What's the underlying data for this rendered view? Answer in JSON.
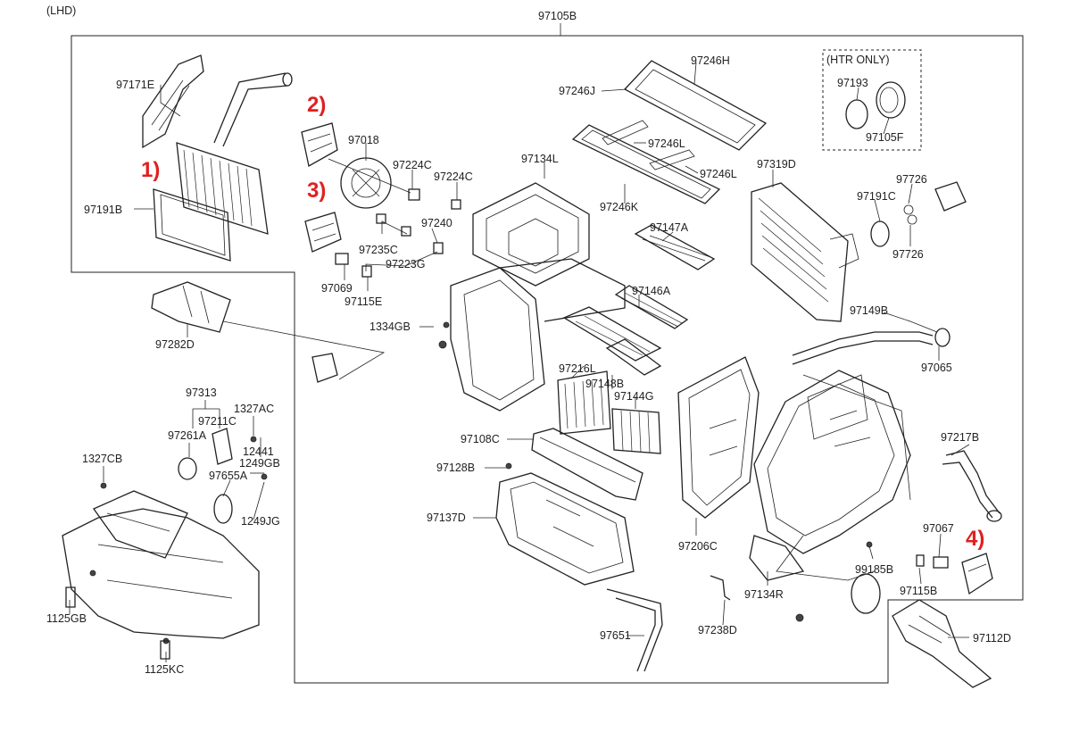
{
  "corner_note": "(LHD)",
  "assembly_label": "97105B",
  "htr_only_note": "(HTR ONLY)",
  "markers": [
    "1)",
    "2)",
    "3)",
    "4)"
  ],
  "accent_color": "#e02020",
  "parts": [
    "97171E",
    "97191B",
    "97018",
    "97224C",
    "97224C",
    "97240",
    "97235C",
    "97223G",
    "97069",
    "97115E",
    "97246H",
    "97246J",
    "97246L",
    "97246L",
    "97246K",
    "97134L",
    "97147A",
    "97146A",
    "97319D",
    "97193",
    "97105F",
    "97726",
    "97191C",
    "97726",
    "97149B",
    "97065",
    "1334GB",
    "97216L",
    "97148B",
    "97144G",
    "97282D",
    "97313",
    "1327AC",
    "97211C",
    "97261A",
    "12441",
    "1249GB",
    "97655A",
    "1249JG",
    "1327CB",
    "97108C",
    "97128B",
    "97137D",
    "97206C",
    "97217B",
    "97067",
    "99185B",
    "97134R",
    "97115B",
    "97112D",
    "97238D",
    "97651",
    "1125GB",
    "1125KC"
  ]
}
